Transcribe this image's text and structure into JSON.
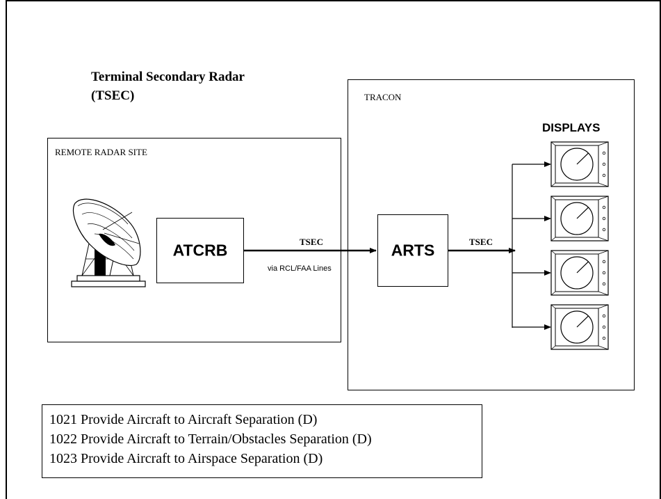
{
  "diagram": {
    "title_line1": "Terminal Secondary Radar",
    "title_line2": "(TSEC)",
    "remote_site_label": "REMOTE RADAR SITE",
    "tracon_label": "TRACON",
    "atcrb_label": "ATCRB",
    "arts_label": "ARTS",
    "link1_label": "TSEC",
    "link1_note": "via RCL/FAA Lines",
    "link2_label": "TSEC",
    "displays_label": "DISPLAYS",
    "display_count": 4
  },
  "icons": {
    "radar": "radar-antenna-icon",
    "display": "radar-display-icon"
  },
  "legend": {
    "items": [
      "1021 Provide Aircraft to Aircraft Separation (D)",
      "1022 Provide Aircraft to Terrain/Obstacles Separation (D)",
      "1023 Provide Aircraft to Airspace Separation (D)"
    ]
  }
}
